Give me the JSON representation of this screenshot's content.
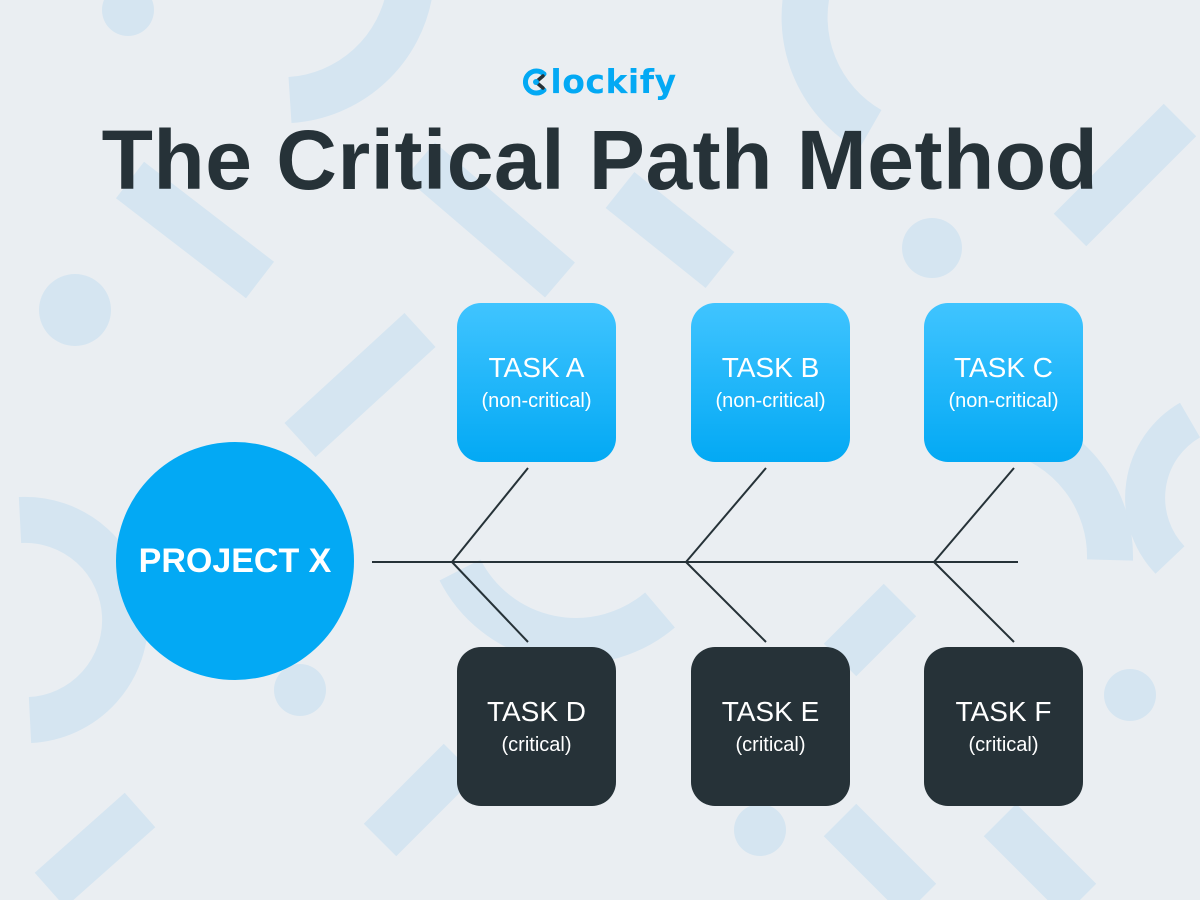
{
  "brand": {
    "logo_text": "lockify",
    "logo_icon": "clockify-c-icon",
    "color": "#03a9f4"
  },
  "title": "The Critical Path Method",
  "project": {
    "label": "PROJECT X"
  },
  "tasks": {
    "a": {
      "name": "TASK A",
      "status": "(non-critical)"
    },
    "b": {
      "name": "TASK B",
      "status": "(non-critical)"
    },
    "c": {
      "name": "TASK C",
      "status": "(non-critical)"
    },
    "d": {
      "name": "TASK D",
      "status": "(critical)"
    },
    "e": {
      "name": "TASK E",
      "status": "(critical)"
    },
    "f": {
      "name": "TASK F",
      "status": "(critical)"
    }
  },
  "colors": {
    "background": "#eaeef2",
    "decor": "#d3e4f0",
    "non_critical": "#03a9f4",
    "critical": "#263238",
    "text_dark": "#263238"
  }
}
